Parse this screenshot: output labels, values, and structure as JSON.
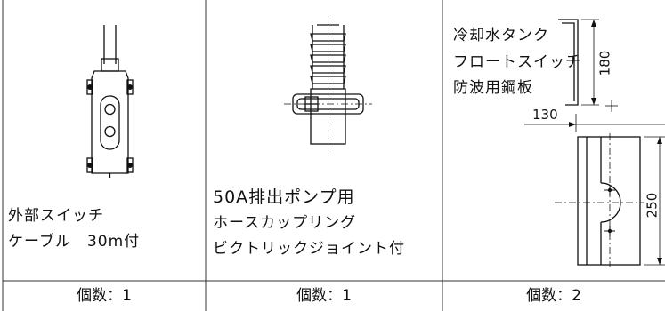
{
  "panels": [
    {
      "caption_lines": [
        "外部スイッチ",
        "ケーブル　30m付"
      ],
      "quantity": "個数：1"
    },
    {
      "caption_lines": [
        "50A排出ポンプ用",
        "ホースカップリング",
        "ビクトリックジョイント付"
      ],
      "quantity": "個数：1"
    },
    {
      "caption_lines": [
        "冷却水タンク",
        "フロートスイッチ",
        "防波用鋼板"
      ],
      "quantity": "個数：2",
      "dimensions": {
        "height_top": "180",
        "width": "130",
        "height_bottom": "250"
      }
    }
  ]
}
